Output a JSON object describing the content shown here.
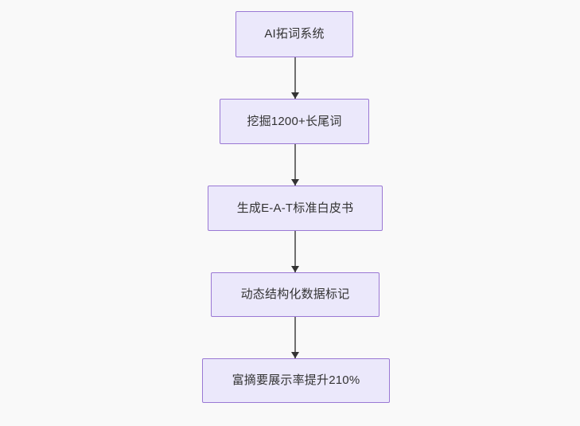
{
  "diagram": {
    "type": "flowchart",
    "direction": "top-to-bottom",
    "background_color": "#f9f9f9",
    "node_fill_color": "#ebe8fb",
    "node_border_color": "#9a78d4",
    "node_text_color": "#333333",
    "edge_line_color": "#707070",
    "edge_arrowhead_color": "#333333",
    "nodes": [
      {
        "id": "n0",
        "label": "AI拓词系统"
      },
      {
        "id": "n1",
        "label": "挖掘1200+长尾词"
      },
      {
        "id": "n2",
        "label": "生成E-A-T标准白皮书"
      },
      {
        "id": "n3",
        "label": "动态结构化数据标记"
      },
      {
        "id": "n4",
        "label": "富摘要展示率提升210%"
      }
    ],
    "edges": [
      {
        "id": "e0",
        "from": "n0",
        "to": "n1",
        "label": ""
      },
      {
        "id": "e1",
        "from": "n1",
        "to": "n2",
        "label": ""
      },
      {
        "id": "e2",
        "from": "n2",
        "to": "n3",
        "label": ""
      },
      {
        "id": "e3",
        "from": "n3",
        "to": "n4",
        "label": ""
      }
    ]
  }
}
